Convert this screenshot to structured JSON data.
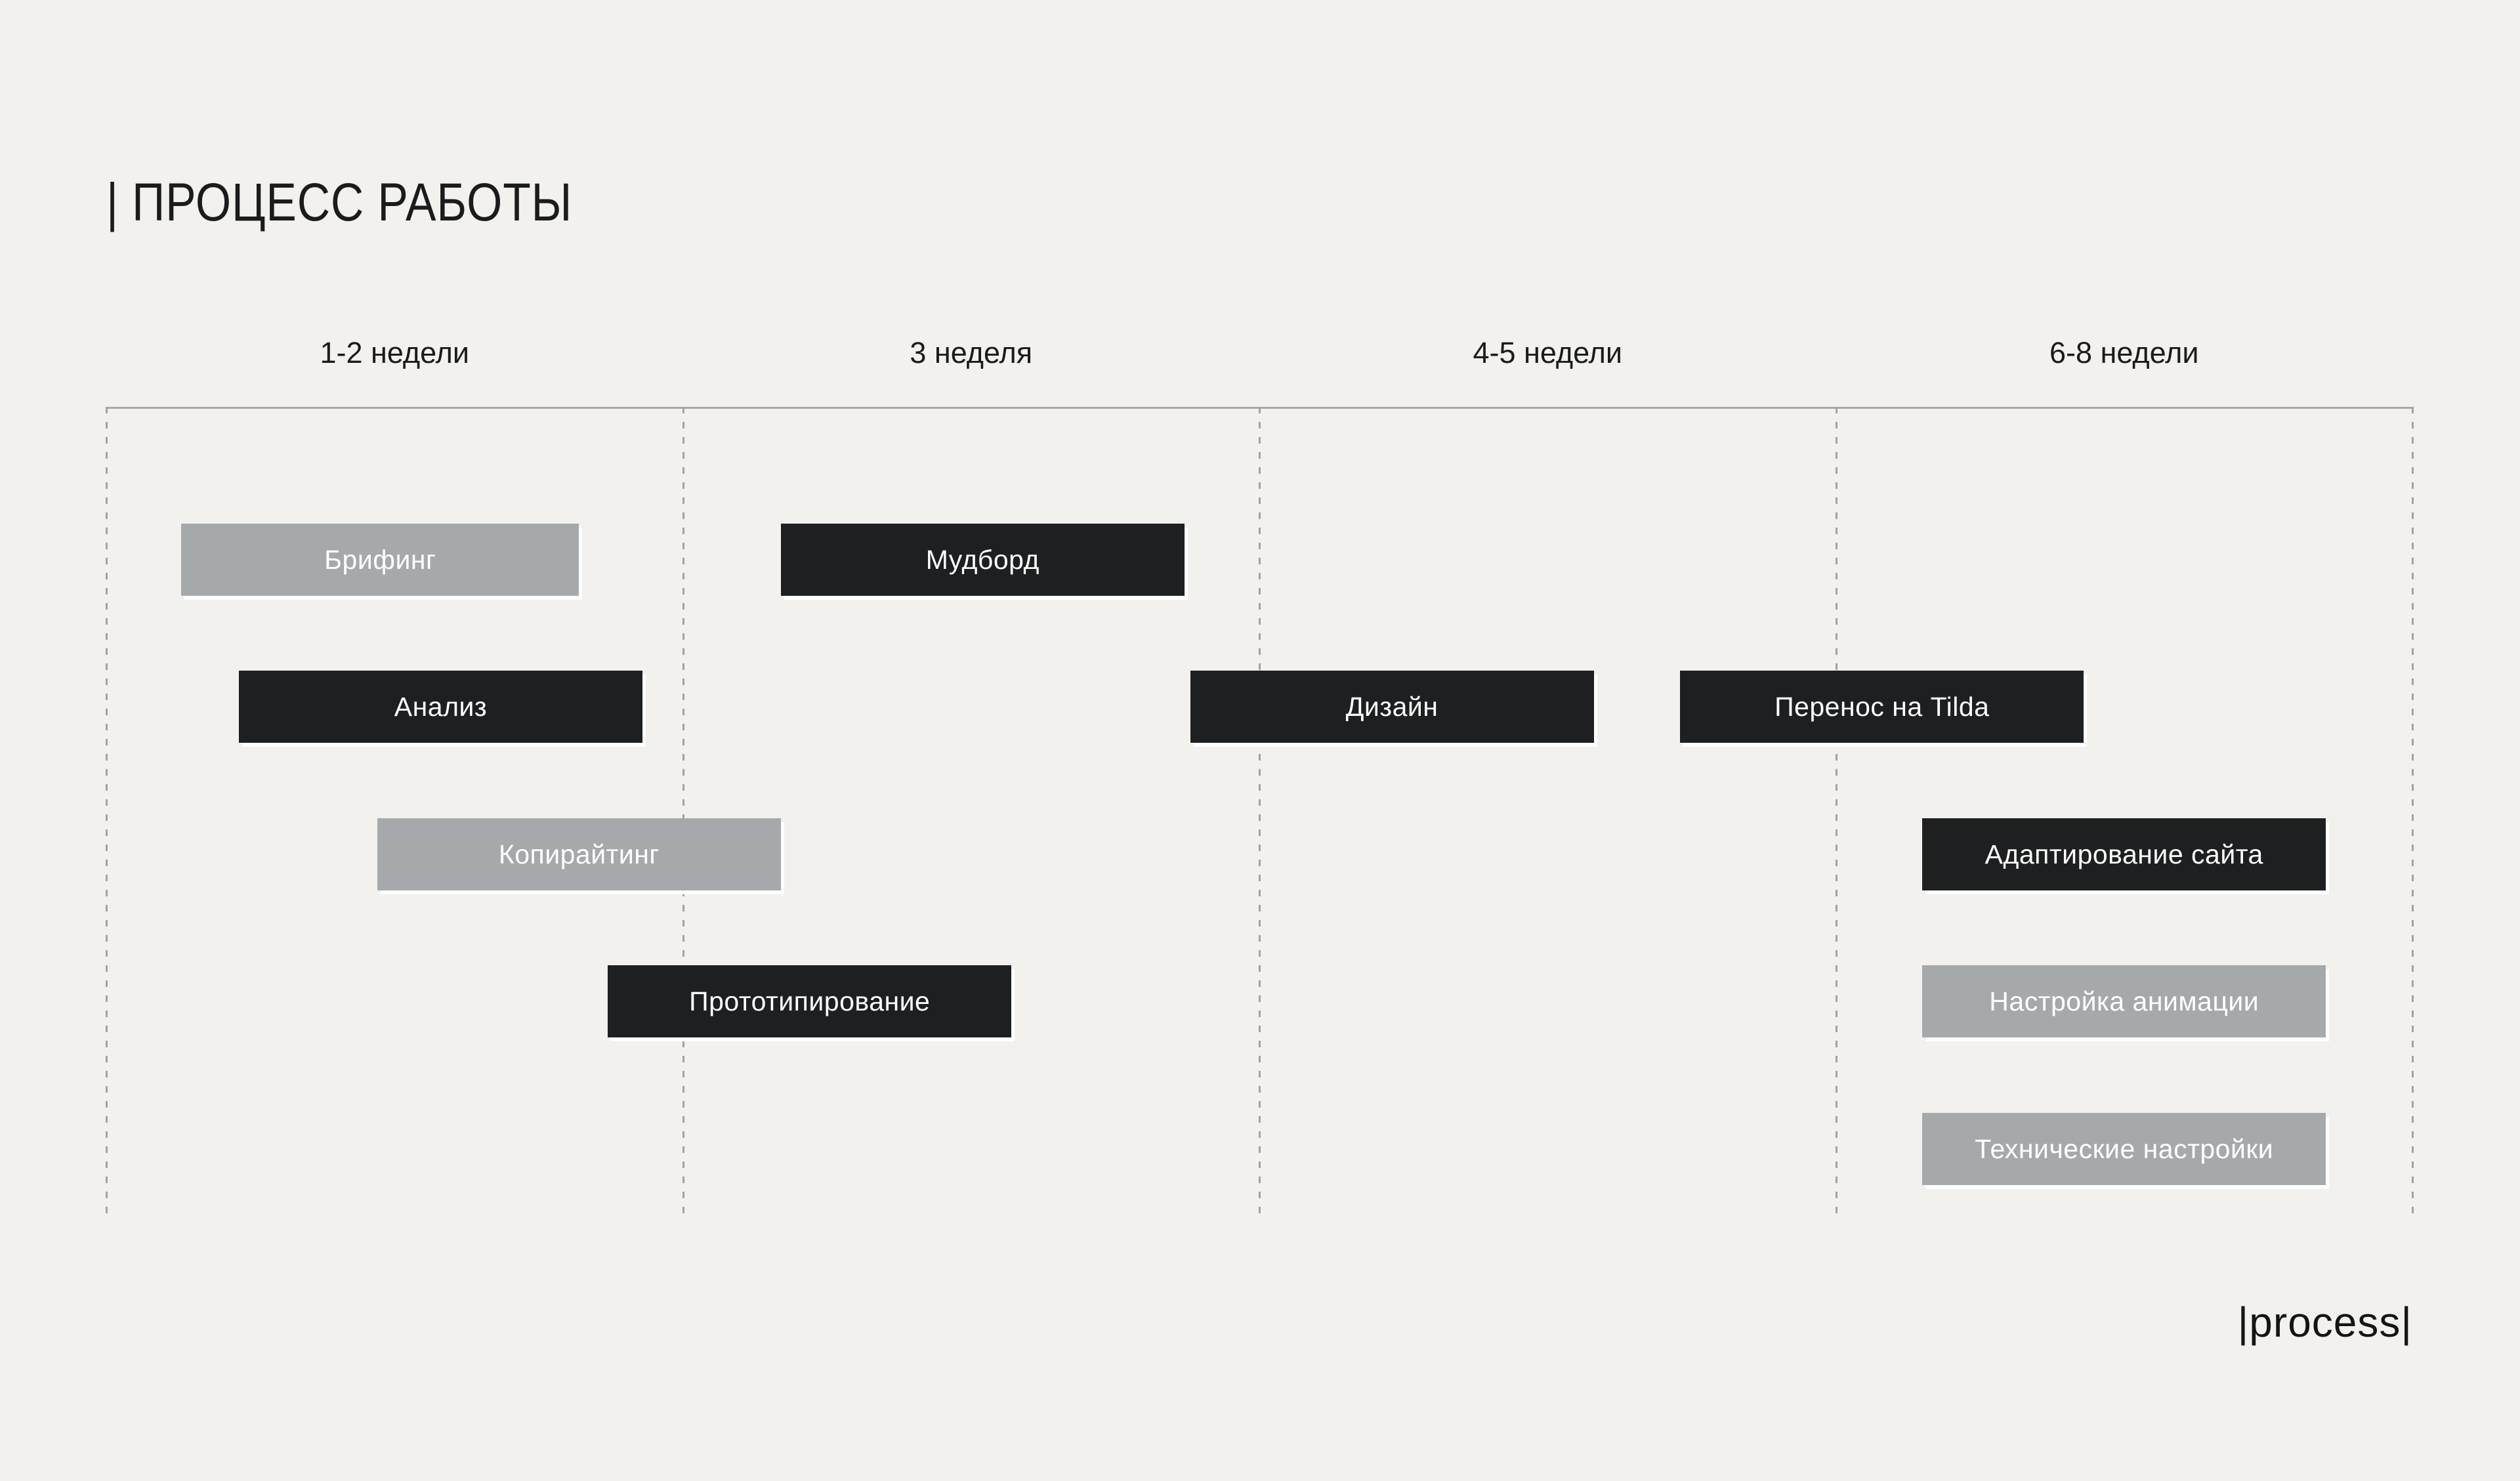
{
  "page": {
    "title": "| ПРОЦЕСС РАБОТЫ",
    "watermark": "|process|",
    "background": "#f2f1ee"
  },
  "colors": {
    "background": "#f2f1ee",
    "bar_dark": "#1d1f21",
    "bar_gray": "#a6a9ac",
    "bar_text": "#ffffff",
    "grid_line": "#a2a2a2",
    "text": "#1b1b1d"
  },
  "chart_data": {
    "type": "bar",
    "subtype": "gantt-timeline",
    "title": "| ПРОЦЕСС РАБОТЫ",
    "x_axis": {
      "unit": "timeline columns (weeks)",
      "range": [
        0,
        4
      ],
      "tick_labels": [
        "1-2 недели",
        "3 неделя",
        "4-5 недели",
        "6-8 недели"
      ],
      "gridlines": "dashed-vertical",
      "axis_line": "solid-top"
    },
    "legend": "none",
    "tasks": [
      {
        "label": "Брифинг",
        "row": 1,
        "start": 0.13,
        "end": 0.82,
        "variant": "gray"
      },
      {
        "label": "Мудборд",
        "row": 1,
        "start": 1.17,
        "end": 1.87,
        "variant": "dark"
      },
      {
        "label": "Анализ",
        "row": 2,
        "start": 0.23,
        "end": 0.93,
        "variant": "dark"
      },
      {
        "label": "Дизайн",
        "row": 2,
        "start": 1.88,
        "end": 2.58,
        "variant": "dark"
      },
      {
        "label": "Перенос на Tilda",
        "row": 2,
        "start": 2.73,
        "end": 3.43,
        "variant": "dark"
      },
      {
        "label": "Копирайтинг",
        "row": 3,
        "start": 0.47,
        "end": 1.17,
        "variant": "gray"
      },
      {
        "label": "Адаптирование сайта",
        "row": 3,
        "start": 3.15,
        "end": 3.85,
        "variant": "dark"
      },
      {
        "label": "Прототипирование",
        "row": 4,
        "start": 0.87,
        "end": 1.57,
        "variant": "dark"
      },
      {
        "label": "Настройка анимации",
        "row": 4,
        "start": 3.15,
        "end": 3.85,
        "variant": "gray"
      },
      {
        "label": "Технические настройки",
        "row": 5,
        "start": 3.15,
        "end": 3.85,
        "variant": "gray"
      }
    ]
  }
}
